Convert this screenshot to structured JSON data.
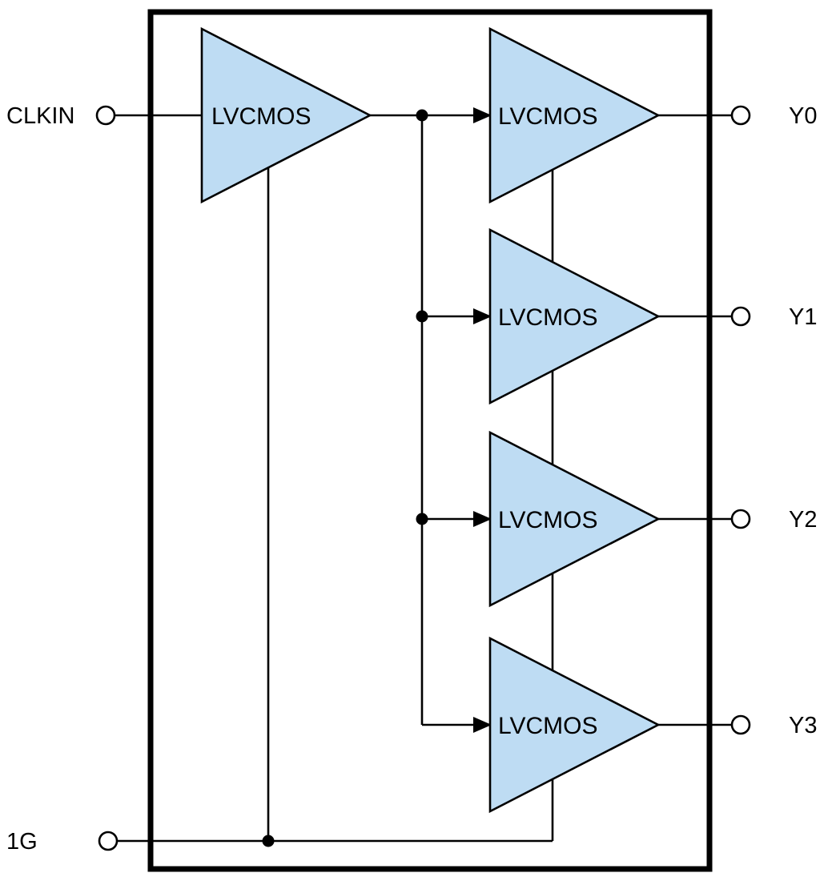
{
  "pins": {
    "clkin_label": "CLKIN",
    "enable_label": "1G",
    "outputs": [
      "Y0",
      "Y1",
      "Y2",
      "Y3"
    ]
  },
  "buffers": {
    "input": "LVCMOS",
    "outputs": [
      "LVCMOS",
      "LVCMOS",
      "LVCMOS",
      "LVCMOS"
    ]
  },
  "colors": {
    "buffer_fill": "#bedcf3",
    "stroke": "#000000",
    "background": "#ffffff"
  }
}
